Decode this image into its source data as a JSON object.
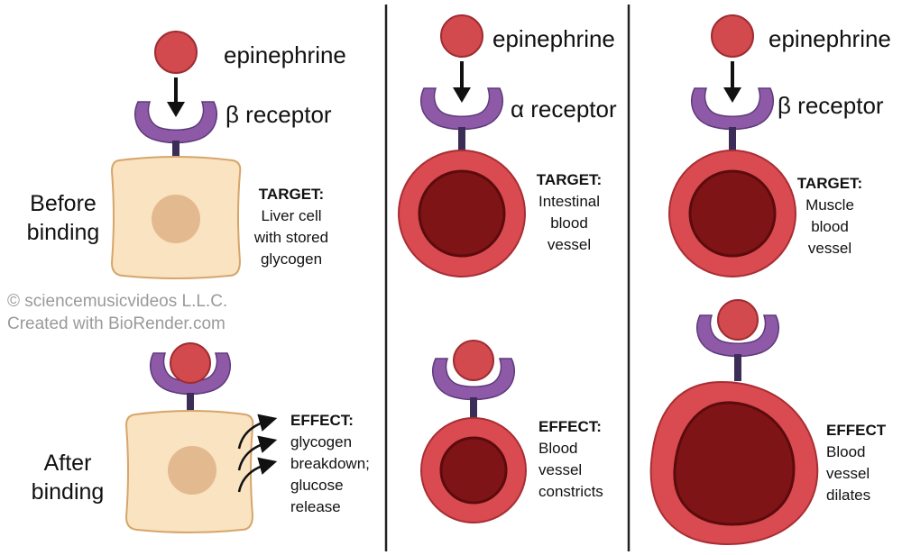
{
  "panels": [
    {
      "ligand": "epinephrine",
      "receptor": "β receptor",
      "before_label": [
        "Before",
        "binding"
      ],
      "after_label": [
        "After",
        "binding"
      ],
      "target": {
        "heading": "TARGET:",
        "lines": [
          "Liver cell",
          "with stored",
          "glycogen"
        ]
      },
      "effect": {
        "heading": "EFFECT:",
        "lines": [
          "glycogen",
          "breakdown;",
          "glucose",
          "release"
        ]
      }
    },
    {
      "ligand": "epinephrine",
      "receptor": "α receptor",
      "target": {
        "heading": "TARGET:",
        "lines": [
          "Intestinal",
          "blood",
          "vessel"
        ]
      },
      "effect": {
        "heading": "EFFECT:",
        "lines": [
          "Blood",
          "vessel",
          "constricts"
        ]
      }
    },
    {
      "ligand": "epinephrine",
      "receptor": "β receptor",
      "target": {
        "heading": "TARGET:",
        "lines": [
          "Muscle",
          "blood",
          "vessel"
        ]
      },
      "effect": {
        "heading": "EFFECT",
        "lines": [
          "Blood",
          "vessel",
          "dilates"
        ]
      }
    }
  ],
  "credits": [
    "© sciencemusicvideos L.L.C.",
    "Created with BioRender.com"
  ],
  "colors": {
    "epinephrine": "#d24a4d",
    "receptor": "#8e5aa8",
    "stalk": "#3b2d58",
    "cell": "#fae3c1",
    "nucleus": "#e3b98f",
    "vessel_outer": "#d94b50",
    "vessel_inner": "#7f1416",
    "divider": "#222222"
  }
}
